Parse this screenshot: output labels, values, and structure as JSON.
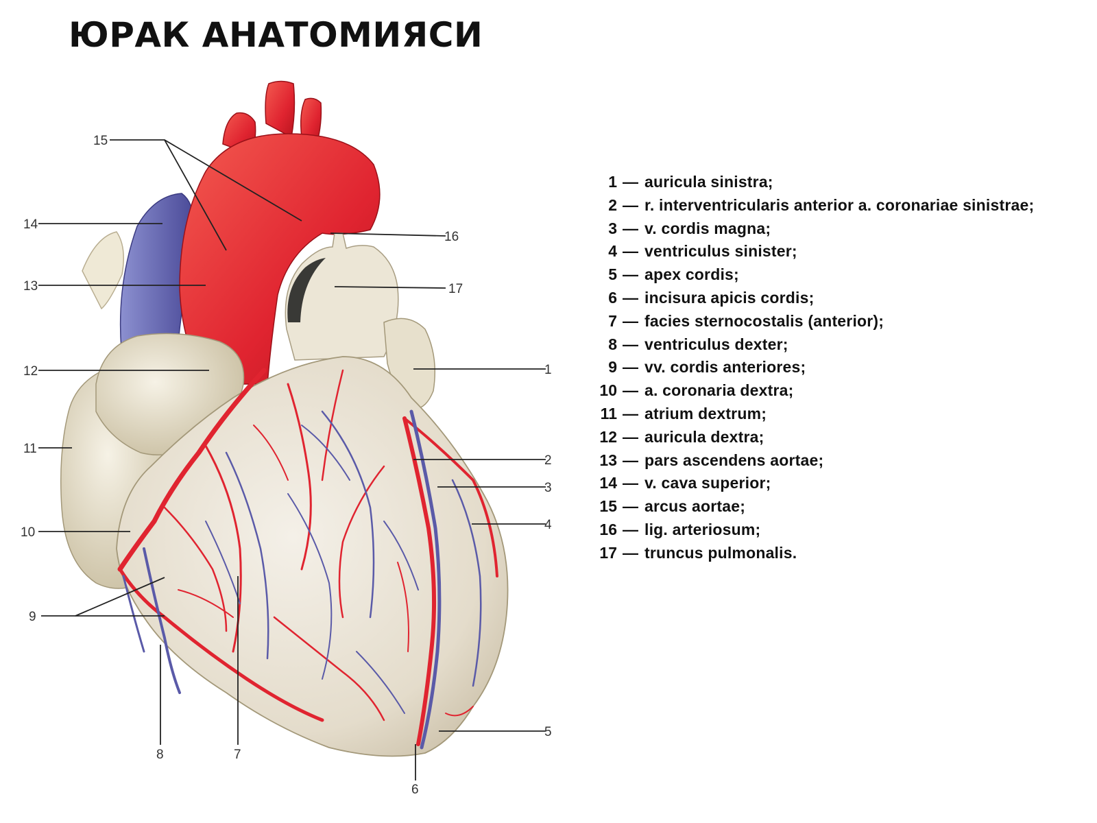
{
  "title": "ЮРАК АНАТОМИЯСИ",
  "colors": {
    "artery": "#e02430",
    "vein": "#5a5aa8",
    "myocardium": "#e8e2d4",
    "leader_line": "#222222"
  },
  "callouts": [
    "1",
    "2",
    "3",
    "4",
    "5",
    "6",
    "7",
    "8",
    "9",
    "10",
    "11",
    "12",
    "13",
    "14",
    "15",
    "16",
    "17"
  ],
  "legend": [
    {
      "num": "1",
      "dash": "—",
      "term": "auricula sinistra;"
    },
    {
      "num": "2",
      "dash": "—",
      "term": "r. interventricularis anterior a. coronariae sinistrae;"
    },
    {
      "num": "3",
      "dash": "—",
      "term": "v. cordis magna;"
    },
    {
      "num": "4",
      "dash": "—",
      "term": "ventriculus sinister;"
    },
    {
      "num": "5",
      "dash": "—",
      "term": "apex cordis;"
    },
    {
      "num": "6",
      "dash": "—",
      "term": "incisura apicis cordis;"
    },
    {
      "num": "7",
      "dash": "—",
      "term": "facies sternocostalis (anterior);"
    },
    {
      "num": "8",
      "dash": "—",
      "term": "ventriculus dexter;"
    },
    {
      "num": "9",
      "dash": "—",
      "term": "vv. cordis anteriores;"
    },
    {
      "num": "10",
      "dash": "—",
      "term": "a. coronaria dextra;"
    },
    {
      "num": "11",
      "dash": "—",
      "term": "atrium dextrum;"
    },
    {
      "num": "12",
      "dash": "—",
      "term": "auricula dextra;"
    },
    {
      "num": "13",
      "dash": "—",
      "term": "pars ascendens aortae;"
    },
    {
      "num": "14",
      "dash": "—",
      "term": "v. cava superior;"
    },
    {
      "num": "15",
      "dash": "—",
      "term": "arcus aortae;"
    },
    {
      "num": "16",
      "dash": "—",
      "term": "lig. arteriosum;"
    },
    {
      "num": "17",
      "dash": "—",
      "term": "truncus pulmonalis."
    }
  ]
}
